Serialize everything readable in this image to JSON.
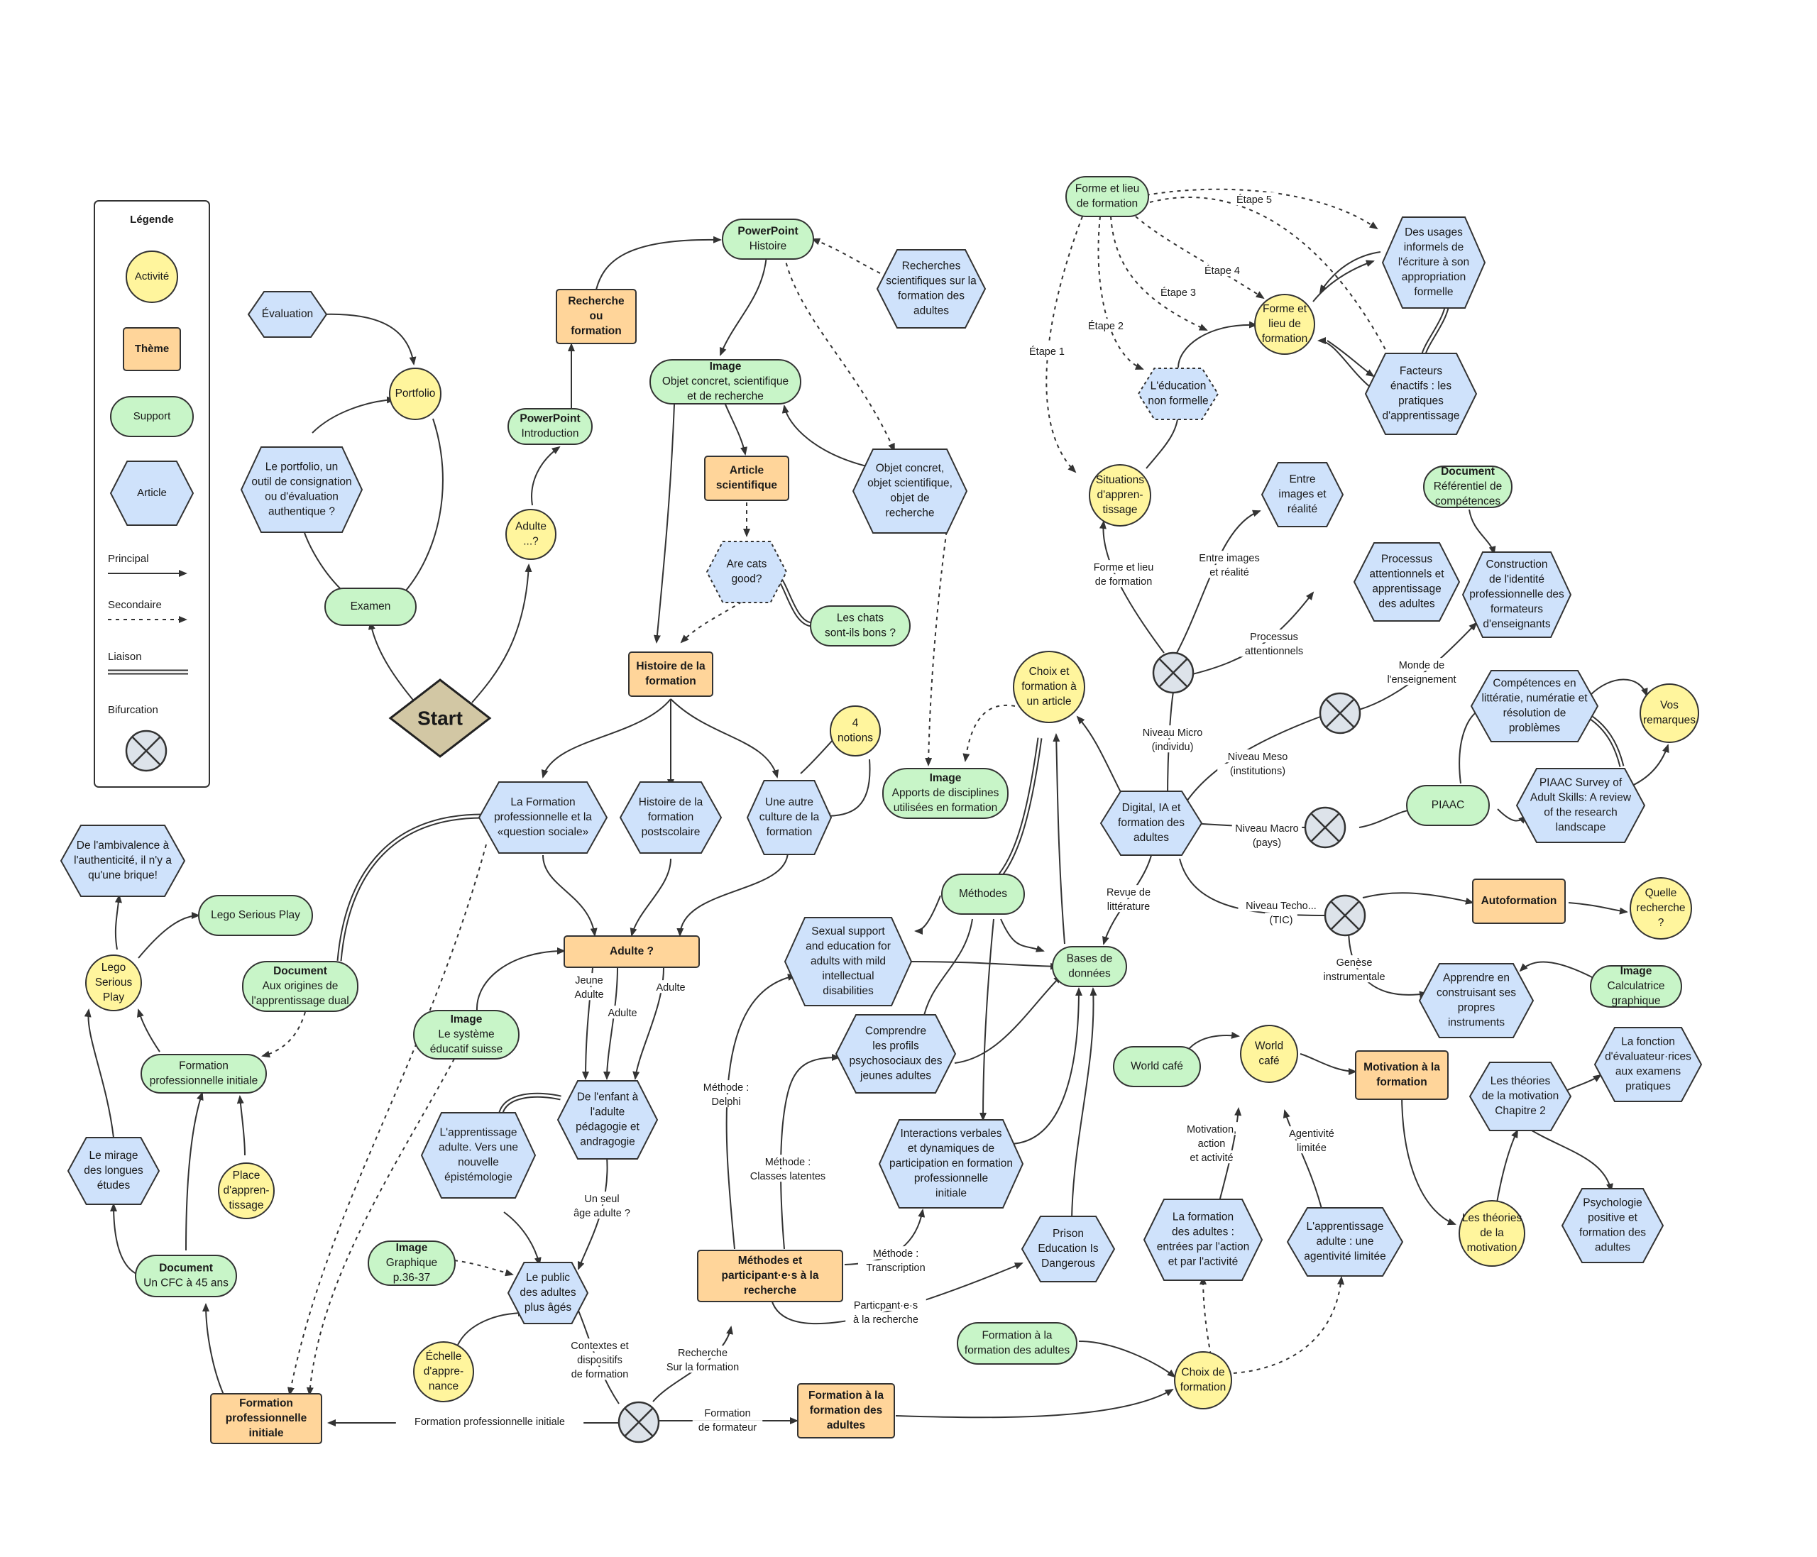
{
  "legend": {
    "title": "Légende",
    "activity": "Activité",
    "theme": "Thème",
    "support": "Support",
    "article": "Article",
    "principal": "Principal",
    "secondary": "Secondaire",
    "link": "Liaison",
    "fork": "Bifurcation"
  },
  "colors": {
    "activity": "#fff59d",
    "theme": "#ffd59a",
    "support": "#c8f5c8",
    "article": "#cfe2fb",
    "start": "#d2c7a4",
    "fork": "#dde3ea",
    "stroke": "#333333"
  },
  "nodes": {
    "start": "Start",
    "evaluation": "Évaluation",
    "portfolio": "Portfolio",
    "portfolio_article": [
      "Le portfolio, un",
      "outil de consignation",
      "ou d'évaluation",
      "authentique ?"
    ],
    "examen": "Examen",
    "adulte_q": [
      "Adulte",
      "...?"
    ],
    "pp_intro": [
      "PowerPoint",
      "Introduction"
    ],
    "recherche_formation": [
      "Recherche",
      "ou",
      "formation"
    ],
    "pp_histoire": [
      "PowerPoint",
      "Histoire"
    ],
    "recherches_sci": [
      "Recherches",
      "scientifiques sur la",
      "formation des",
      "adultes"
    ],
    "image_objet": [
      "Image",
      "Objet concret, scientifique",
      "et de recherche"
    ],
    "article_sci": [
      "Article",
      "scientifique"
    ],
    "objet_concret": [
      "Objet concret,",
      "objet scientifique,",
      "objet de",
      "recherche"
    ],
    "are_cats": [
      "Are cats",
      "good?"
    ],
    "chats": [
      "Les chats",
      "sont-ils bons ?"
    ],
    "histoire_formation": [
      "Histoire de la",
      "formation"
    ],
    "fp_question_sociale": [
      "La Formation",
      "professionnelle et la",
      "«question sociale»"
    ],
    "histoire_postscolaire": [
      "Histoire de la",
      "formation",
      "postscolaire"
    ],
    "autre_culture": [
      "Une autre",
      "culture de la",
      "formation"
    ],
    "quatre_notions": [
      "4",
      "notions"
    ],
    "image_disciplines": [
      "Image",
      "Apports de disciplines",
      "utilisées en formation"
    ],
    "adulte_theme": "Adulte ?",
    "image_suisse": [
      "Image",
      "Le système",
      "éducatif suisse"
    ],
    "enfant_adulte": [
      "De l'enfant à",
      "l'adulte",
      "pédagogie et",
      "andragogie"
    ],
    "apprentissage_adulte": [
      "L'apprentissage",
      "adulte. Vers une",
      "nouvelle",
      "épistémologie"
    ],
    "image_graphique": [
      "Image",
      "Graphique",
      "p.36-37"
    ],
    "public_adultes": [
      "Le public",
      "des adultes",
      "plus âgés"
    ],
    "echelle": [
      "Échelle",
      "d'appre-",
      "nance"
    ],
    "ambivalence": [
      "De l'ambivalence à",
      "l'authenticité, il n'y a",
      "qu'une brique!"
    ],
    "lego_support": "Lego Serious Play",
    "lego_activity": [
      "Lego",
      "Serious",
      "Play"
    ],
    "doc_dual": [
      "Document",
      "Aux origines de",
      "l'apprentissage dual"
    ],
    "fpi_support": [
      "Formation",
      "professionnelle initiale"
    ],
    "mirage": [
      "Le mirage",
      "des longues",
      "études"
    ],
    "place_apprentissage": [
      "Place",
      "d'appren-",
      "tissage"
    ],
    "doc_cfc": [
      "Document",
      "Un CFC à 45 ans"
    ],
    "fpi_theme": [
      "Formation",
      "professionnelle",
      "initiale"
    ],
    "methodes_theme": [
      "Méthodes et",
      "participant·e·s à la",
      "recherche"
    ],
    "formation_adultes_theme": [
      "Formation à la",
      "formation des",
      "adultes"
    ],
    "sexual_support": [
      "Sexual support",
      "and education for",
      "adults with mild",
      "intellectual",
      "disabilities"
    ],
    "methodes_support": "Méthodes",
    "comprendre_profils": [
      "Comprendre",
      "les profils",
      "psychosociaux des",
      "jeunes adultes"
    ],
    "interactions": [
      "Interactions verbales",
      "et dynamiques de",
      "participation en formation",
      "professionnelle",
      "initiale"
    ],
    "bases_donnees": [
      "Bases de",
      "données"
    ],
    "prison": [
      "Prison",
      "Education Is",
      "Dangerous"
    ],
    "choix_article": [
      "Choix et",
      "formation  à",
      "un article"
    ],
    "digital_ia": [
      "Digital, IA et",
      "formation des",
      "adultes"
    ],
    "situations": [
      "Situations",
      "d'appren-",
      "tissage"
    ],
    "forme_lieu_support": [
      "Forme et lieu",
      "de formation"
    ],
    "forme_lieu_activity": [
      "Forme et",
      "lieu de",
      "formation"
    ],
    "education_non_formelle": [
      "L'éducation",
      "non formelle"
    ],
    "usages_informels": [
      "Des usages",
      "informels de",
      "l'écriture à son",
      "appropriation",
      "formelle"
    ],
    "facteurs_enactifs": [
      "Facteurs",
      "énactifs : les",
      "pratiques",
      "d'apprentissage"
    ],
    "entre_images": [
      "Entre",
      "images et",
      "réalité"
    ],
    "processus_attentionnels": [
      "Processus",
      "attentionnels et",
      "apprentissage",
      "des adultes"
    ],
    "doc_referentiel": [
      "Document",
      "Référentiel de",
      "compétences"
    ],
    "construction_identite": [
      "Construction",
      "de l'identité",
      "professionnelle des",
      "formateurs",
      "d'enseignants"
    ],
    "competences_litteratie": [
      "Compétences en",
      "littératie, numératie et",
      "résolution de",
      "problèmes"
    ],
    "vos_remarques": [
      "Vos",
      "remarques"
    ],
    "piaac_support": "PIAAC",
    "piaac_survey": [
      "PIAAC Survey of",
      "Adult Skills: A review",
      "of the research",
      "landscape"
    ],
    "autoformation": "Autoformation",
    "quelle_recherche": [
      "Quelle",
      "recherche",
      "?"
    ],
    "apprendre_instruments": [
      "Apprendre en",
      "construisant ses",
      "propres",
      "instruments"
    ],
    "image_calculatrice": [
      "Image",
      "Calculatrice",
      "graphique"
    ],
    "world_cafe_support": "World café",
    "world_cafe_activity": [
      "World",
      "café"
    ],
    "motivation_theme": [
      "Motivation à la",
      "formation"
    ],
    "theories_motivation": [
      "Les théories",
      "de la motivation",
      "Chapitre 2"
    ],
    "fonction_evaluateurs": [
      "La fonction",
      "d'évaluateur·rices",
      "aux examens",
      "pratiques"
    ],
    "theories_activity": [
      "Les théories",
      "de la",
      "motivation"
    ],
    "psychologie_positive": [
      "Psychologie",
      "positive et",
      "formation des",
      "adultes"
    ],
    "formation_entrees": [
      "La formation",
      "des adultes :",
      "entrées par l'action",
      "et par l'activité"
    ],
    "apprentissage_agentivite": [
      "L'apprentissage",
      "adulte : une",
      "agentivité limitée"
    ],
    "formation_adultes_support": [
      "Formation à la",
      "formation des adultes"
    ],
    "choix_formation": [
      "Choix de",
      "formation"
    ]
  },
  "edge_labels": {
    "jeune_adulte": [
      "Jeune",
      "Adulte"
    ],
    "adulte_a": "Adulte",
    "adulte_b": "Adulte",
    "un_seul_age": [
      "Un seul",
      "âge adulte ?"
    ],
    "contextes": [
      "Contextes et",
      "dispositifs",
      "de formation"
    ],
    "recherche_sur": [
      "Recherche",
      "Sur la formation"
    ],
    "fpi_edge": "Formation professionnelle initiale",
    "formation_formateur": [
      "Formation",
      "de formateur"
    ],
    "participants": [
      "Particpant·e·s",
      "à la recherche"
    ],
    "delphi": [
      "Méthode :",
      "Delphi"
    ],
    "classes_latentes": [
      "Méthode :",
      "Classes latentes"
    ],
    "transcription": [
      "Méthode :",
      "Transcription"
    ],
    "revue_litterature": [
      "Revue de",
      "littérature"
    ],
    "forme_lieu_edge": [
      "Forme et lieu",
      "de formation"
    ],
    "entre_images_edge": [
      "Entre images",
      "et réalité"
    ],
    "processus_edge": [
      "Processus",
      "attentionnels"
    ],
    "niveau_micro": [
      "Niveau Micro",
      "(individu)"
    ],
    "niveau_meso": [
      "Niveau Meso",
      "(institutions)"
    ],
    "niveau_macro": [
      "Niveau Macro",
      "(pays)"
    ],
    "niveau_techo": [
      "Niveau Techo...",
      "(TIC)"
    ],
    "monde_enseignement": [
      "Monde de",
      "l'enseignement"
    ],
    "genese": [
      "Genèse",
      "instrumentale"
    ],
    "etape1": "Étape 1",
    "etape2": "Étape 2",
    "etape3": "Étape 3",
    "etape4": "Étape 4",
    "etape5": "Étape 5",
    "motivation_action": [
      "Motivation,",
      "action",
      "et activité"
    ],
    "agentivite": [
      "Agentivité",
      "limitée"
    ]
  }
}
